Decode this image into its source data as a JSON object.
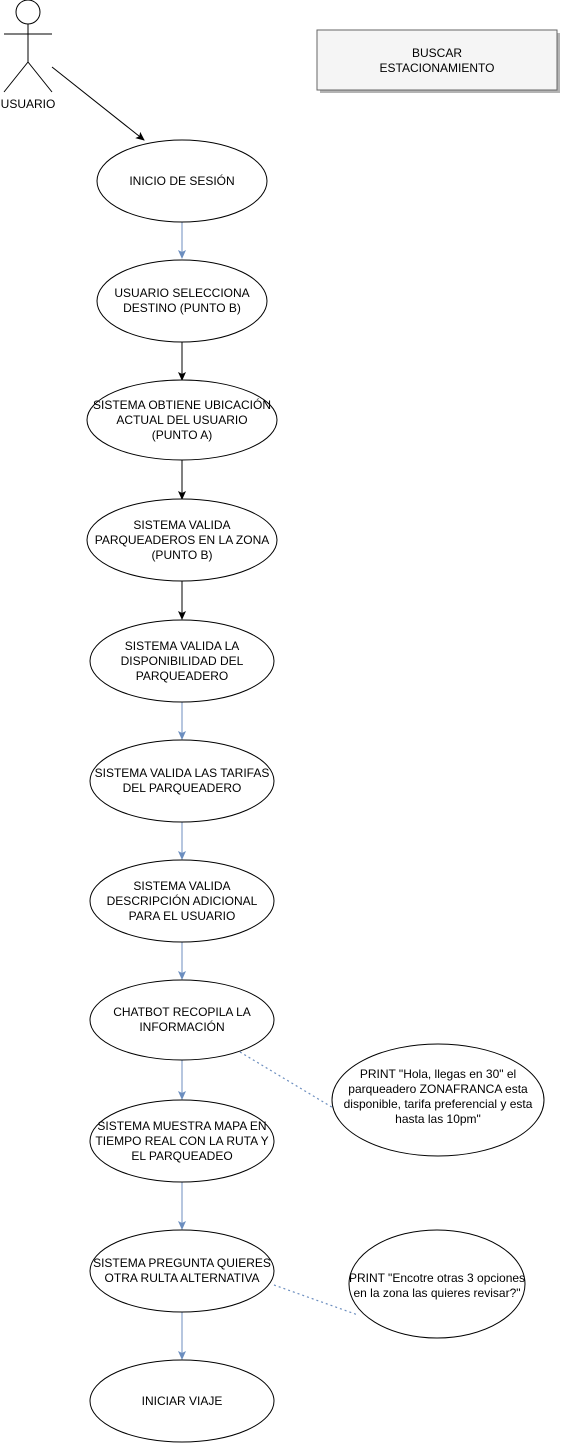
{
  "diagram": {
    "title_box": {
      "lines": [
        "BUSCAR",
        "ESTACIONAMIENTO"
      ]
    },
    "actor": {
      "label": "USUARIO"
    },
    "nodes": [
      {
        "id": "n1",
        "lines": [
          "INICIO DE SESIÓN"
        ]
      },
      {
        "id": "n2",
        "lines": [
          "USUARIO SELECCIONA",
          "DESTINO (PUNTO B)"
        ]
      },
      {
        "id": "n3",
        "lines": [
          "SISTEMA OBTIENE UBICACIÓN",
          "ACTUAL DEL USUARIO",
          "(PUNTO A)"
        ]
      },
      {
        "id": "n4",
        "lines": [
          "SISTEMA VALIDA",
          "PARQUEADEROS EN LA ZONA",
          "(PUNTO B)"
        ]
      },
      {
        "id": "n5",
        "lines": [
          "SISTEMA VALIDA LA",
          "DISPONIBILIDAD DEL",
          "PARQUEADERO"
        ]
      },
      {
        "id": "n6",
        "lines": [
          "SISTEMA VALIDA LAS TARIFAS",
          "DEL PARQUEADERO"
        ]
      },
      {
        "id": "n7",
        "lines": [
          "SISTEMA VALIDA",
          "DESCRIPCIÓN ADICIONAL",
          "PARA EL USUARIO"
        ]
      },
      {
        "id": "n8",
        "lines": [
          "CHATBOT RECOPILA LA",
          "INFORMACIÓN"
        ]
      },
      {
        "id": "n9",
        "lines": [
          "SISTEMA MUESTRA MAPA EN",
          "TIEMPO REAL CON LA RUTA Y",
          "EL PARQUEADEO"
        ]
      },
      {
        "id": "n10",
        "lines": [
          "SISTEMA PREGUNTA QUIERES",
          "OTRA  RULTA  ALTERNATIVA"
        ]
      },
      {
        "id": "n11",
        "lines": [
          "INICIAR VIAJE"
        ]
      }
    ],
    "notes": [
      {
        "id": "note1",
        "lines": [
          "PRINT \"Hola, llegas en 30\" el",
          "parqueadero  ZONAFRANCA esta",
          "disponible, tarifa preferencial y esta",
          "hasta las 10pm\""
        ]
      },
      {
        "id": "note2",
        "lines": [
          "PRINT \"Encotre otras 3 opciones",
          "en la zona las quieres revisar?\""
        ]
      }
    ],
    "colors": {
      "stroke": "#000000",
      "blue_arrow": "#6c8ebf",
      "dotted_link": "#6c8ebf",
      "title_fill": "#f5f5f5",
      "shadow": "#b3b3b3"
    }
  }
}
